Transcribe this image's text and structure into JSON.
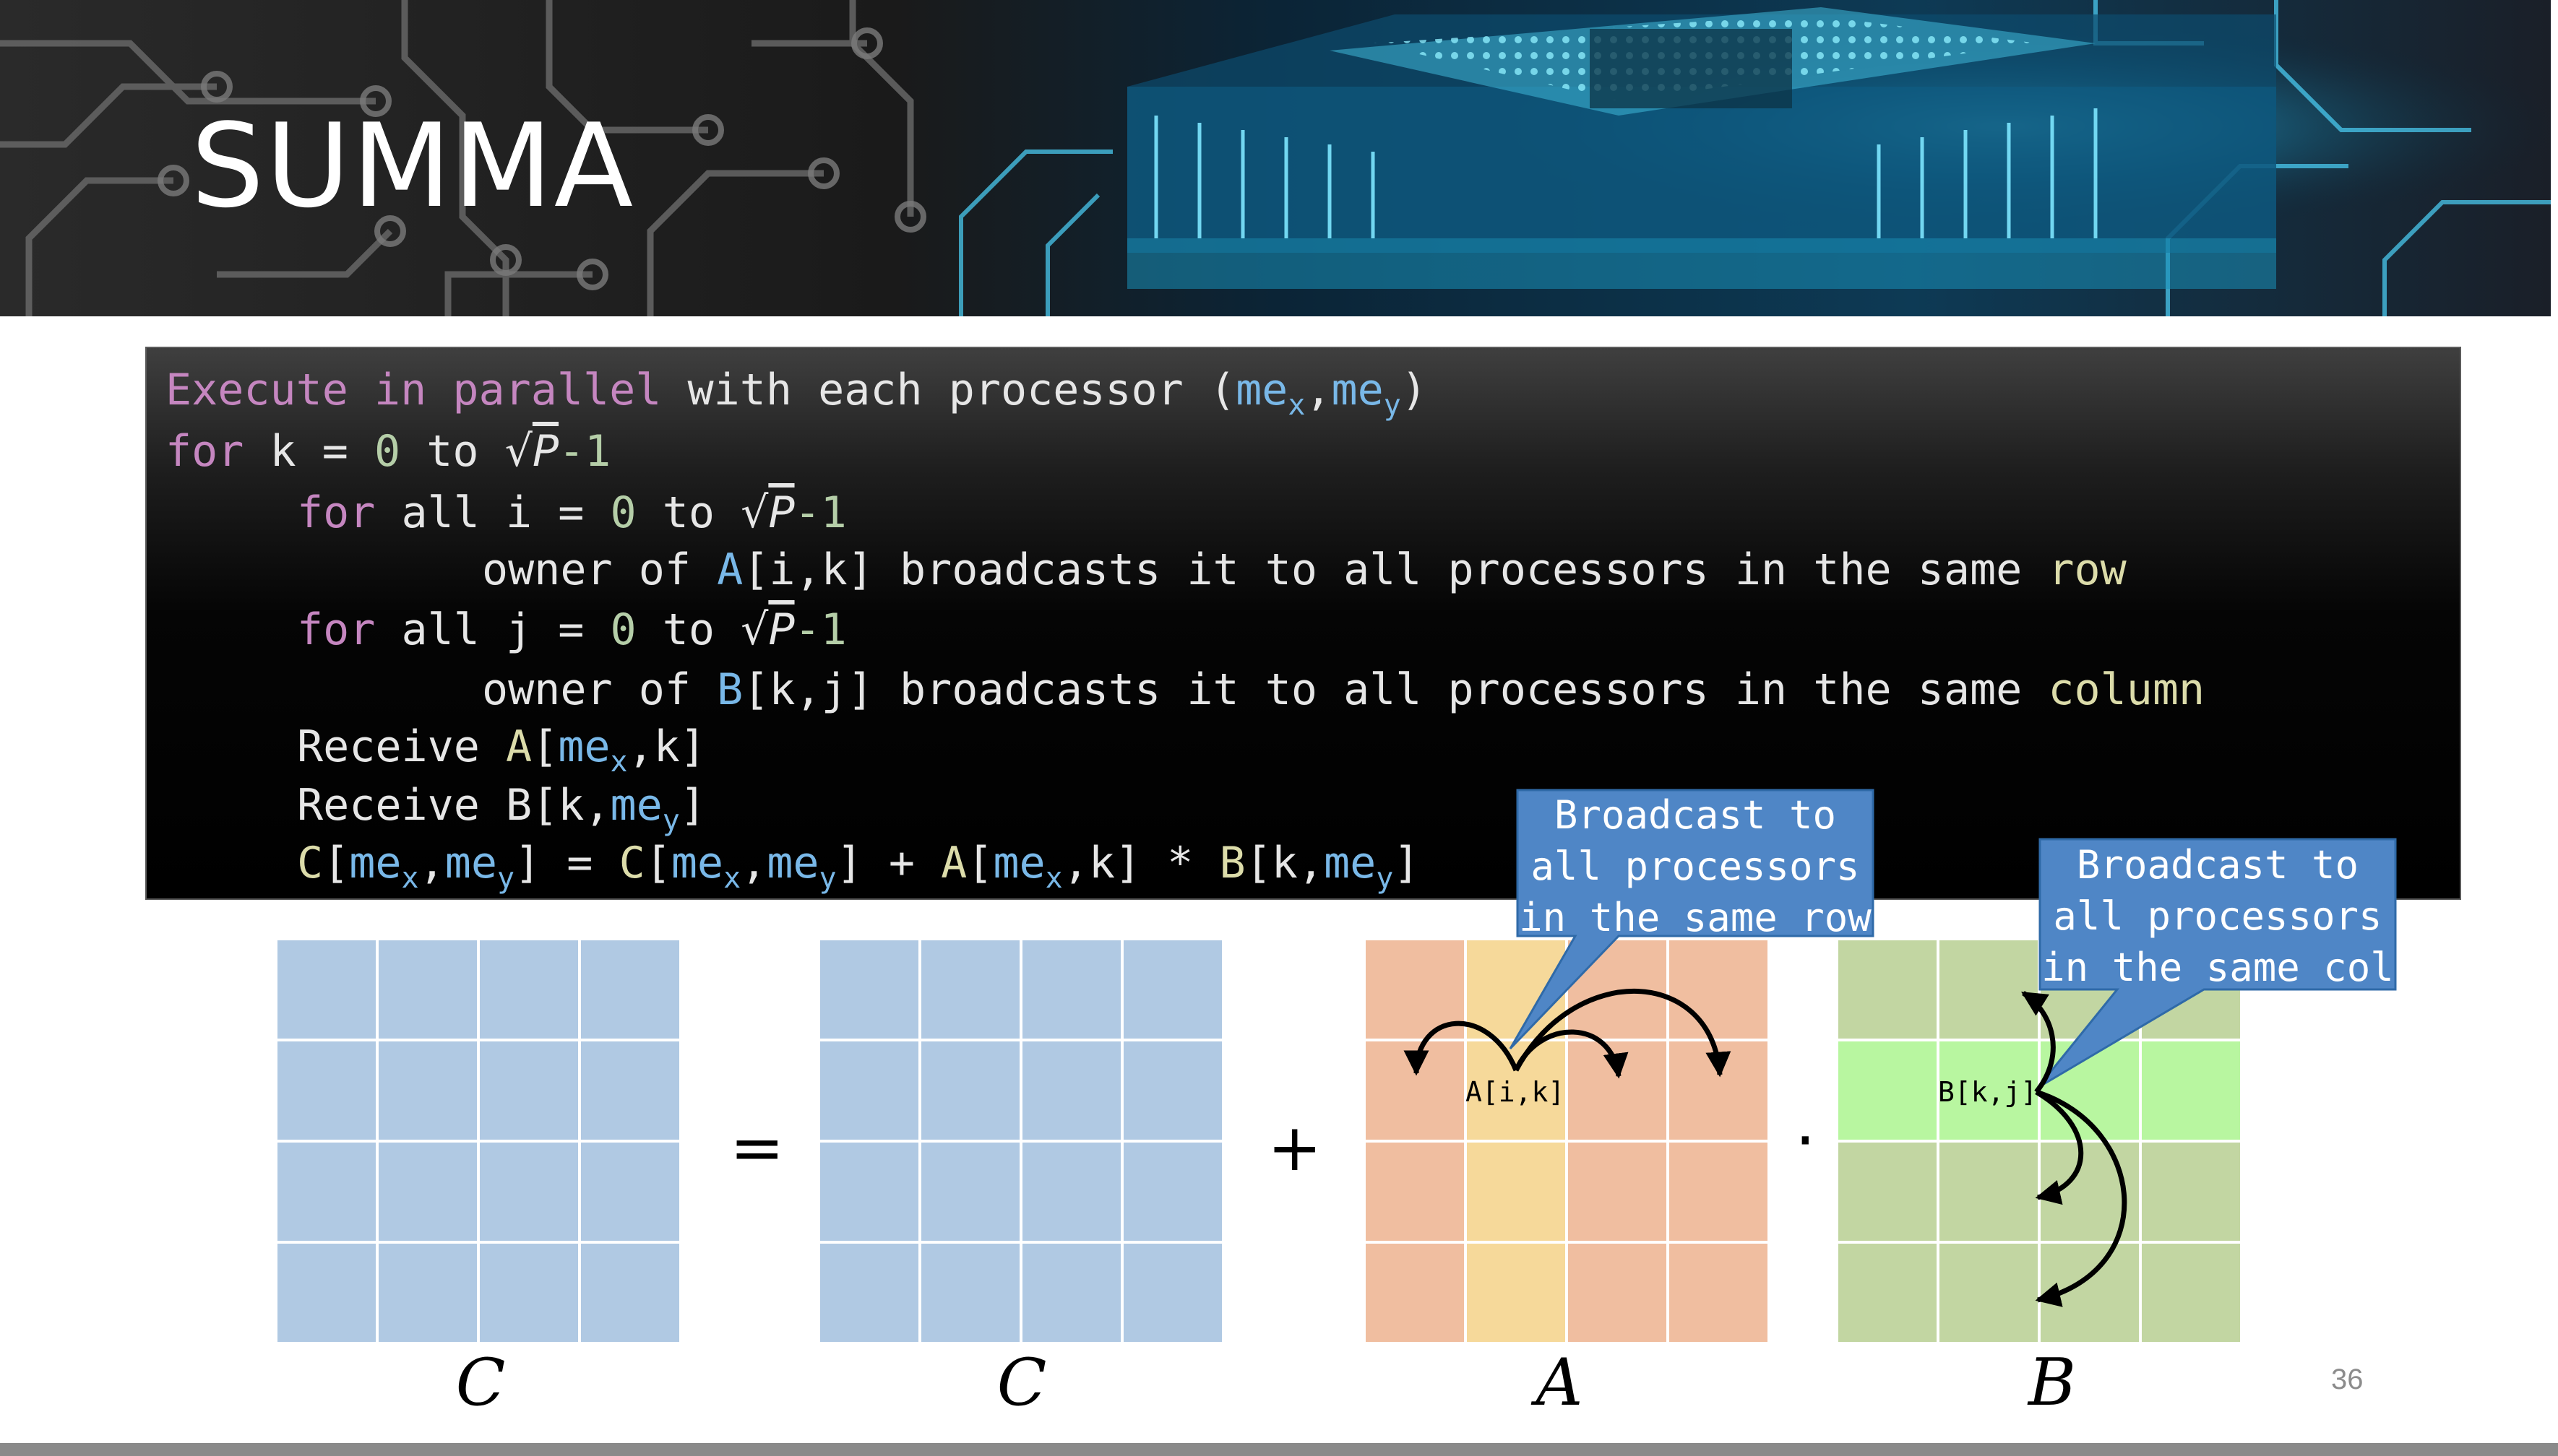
{
  "slide": {
    "title": "SUMMA",
    "page_number": "36"
  },
  "code": {
    "line1": {
      "kw1": "Execute in parallel",
      "text1": " with each processor (",
      "me1": "me",
      "x": "x",
      "comma": ",",
      "me2": "me",
      "y": "y",
      "close": ")"
    },
    "line2": {
      "kw": "for",
      "text1": " k = ",
      "n0": "0",
      "text2": " to ",
      "p": "P",
      "n1": "-1"
    },
    "line3": {
      "kw": "for",
      "text1": " all i = ",
      "n0": "0",
      "text2": " to ",
      "p": "P",
      "n1": "-1"
    },
    "line4": {
      "text1": "owner of ",
      "a": "A",
      "text2": "[i,k] broadcasts it to all processors in the same ",
      "word": "row"
    },
    "line5": {
      "kw": "for",
      "text1": " all j = ",
      "n0": "0",
      "text2": " to ",
      "p": "P",
      "n1": "-1"
    },
    "line6": {
      "text1": "owner of ",
      "b": "B",
      "text2": "[k,j] broadcasts it to all processors in the same ",
      "word": "column"
    },
    "line7": {
      "text1": "Receive ",
      "a": "A",
      "open": "[",
      "me": "me",
      "x": "x",
      "close": ",k]"
    },
    "line8": {
      "text1": "Receive B[k,",
      "me": "me",
      "y": "y",
      "close": "]"
    },
    "line9": {
      "c1": "C",
      "o1": "[",
      "me1": "me",
      "x1": "x",
      "cm1": ",",
      "me2": "me",
      "y1": "y",
      "cl1": "] = ",
      "c2": "C",
      "o2": "[",
      "me3": "me",
      "x2": "x",
      "cm2": ",",
      "me4": "me",
      "y2": "y",
      "cl2": "] + ",
      "a": "A",
      "o3": "[",
      "me5": "me",
      "x3": "x",
      "cl3": ",k] * ",
      "b": "B",
      "o4": "[k,",
      "me6": "me",
      "y3": "y",
      "cl4": "]"
    }
  },
  "diagram": {
    "matrices": [
      {
        "label": "C",
        "color": "#b0c9e3"
      },
      {
        "label": "C",
        "color": "#b0c9e3"
      },
      {
        "label": "A",
        "color": "#f0bea0",
        "highlight_column_color": "#f6d99a"
      },
      {
        "label": "B",
        "color": "#c2d6a2",
        "highlight_row_color": "#b8f6a0"
      }
    ],
    "operators": {
      "equals": "=",
      "plus": "+",
      "dot": "·"
    },
    "a_cell_label": "A[i,k]",
    "b_cell_label": "B[k,j]",
    "callout_row": "Broadcast to\nall processors\nin the same row",
    "callout_col": "Broadcast to\nall processors\nin the same col",
    "callout_color": "#4f86c6"
  }
}
